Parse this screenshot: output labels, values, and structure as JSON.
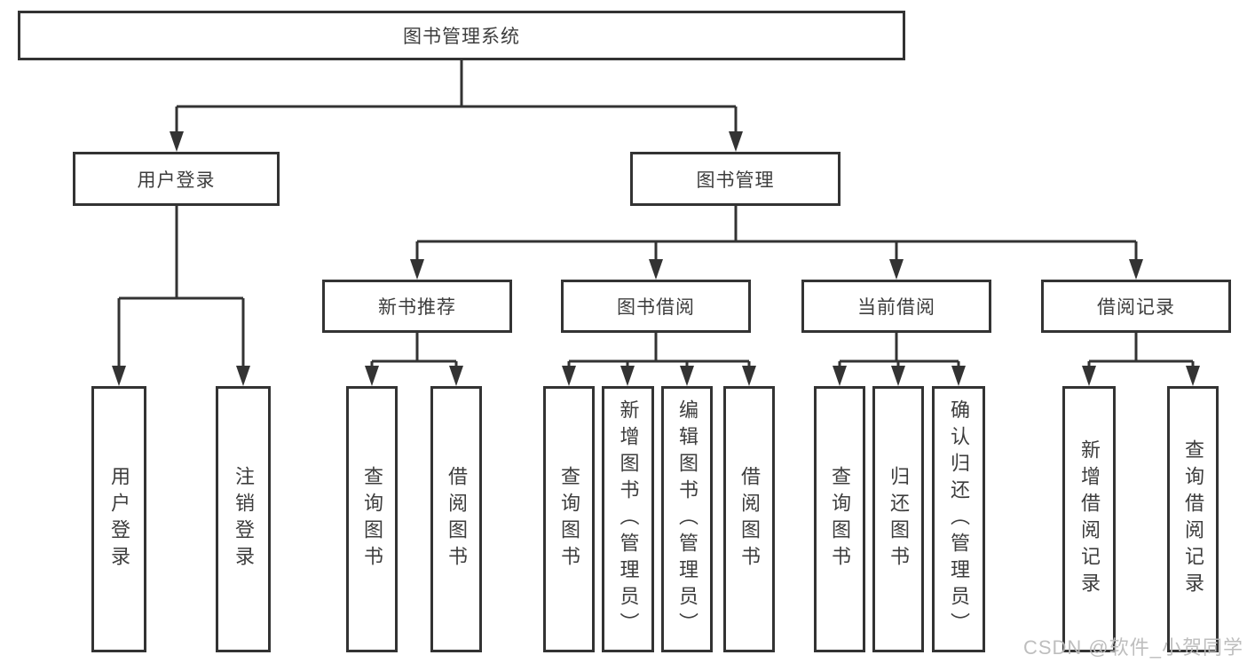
{
  "diagram": {
    "root": {
      "label": "图书管理系统"
    },
    "branches": {
      "user_login": {
        "label": "用户登录"
      },
      "book_mgmt": {
        "label": "图书管理"
      },
      "new_book_rec": {
        "label": "新书推荐"
      },
      "book_borrow": {
        "label": "图书借阅"
      },
      "current_borrow": {
        "label": "当前借阅"
      },
      "borrow_records": {
        "label": "借阅记录"
      }
    },
    "leaves": {
      "user_login": "用户登录",
      "logout": "注销登录",
      "query_book_rec": "查询图书",
      "borrow_book_rec": "借阅图书",
      "query_book_borrow": "查询图书",
      "add_book_admin": "新增图书（管理员）",
      "edit_book_admin": "编辑图书（管理员）",
      "borrow_book_borrow": "借阅图书",
      "query_book_current": "查询图书",
      "return_book": "归还图书",
      "confirm_return_admin": "确认归还（管理员）",
      "add_borrow_record": "新增借阅记录",
      "query_borrow_record": "查询借阅记录"
    }
  },
  "watermark": "CSDN @软件_小贺同学",
  "colors": {
    "line": "#333333",
    "text": "#3d3d3d",
    "watermark": "#bababa",
    "background": "#ffffff"
  }
}
